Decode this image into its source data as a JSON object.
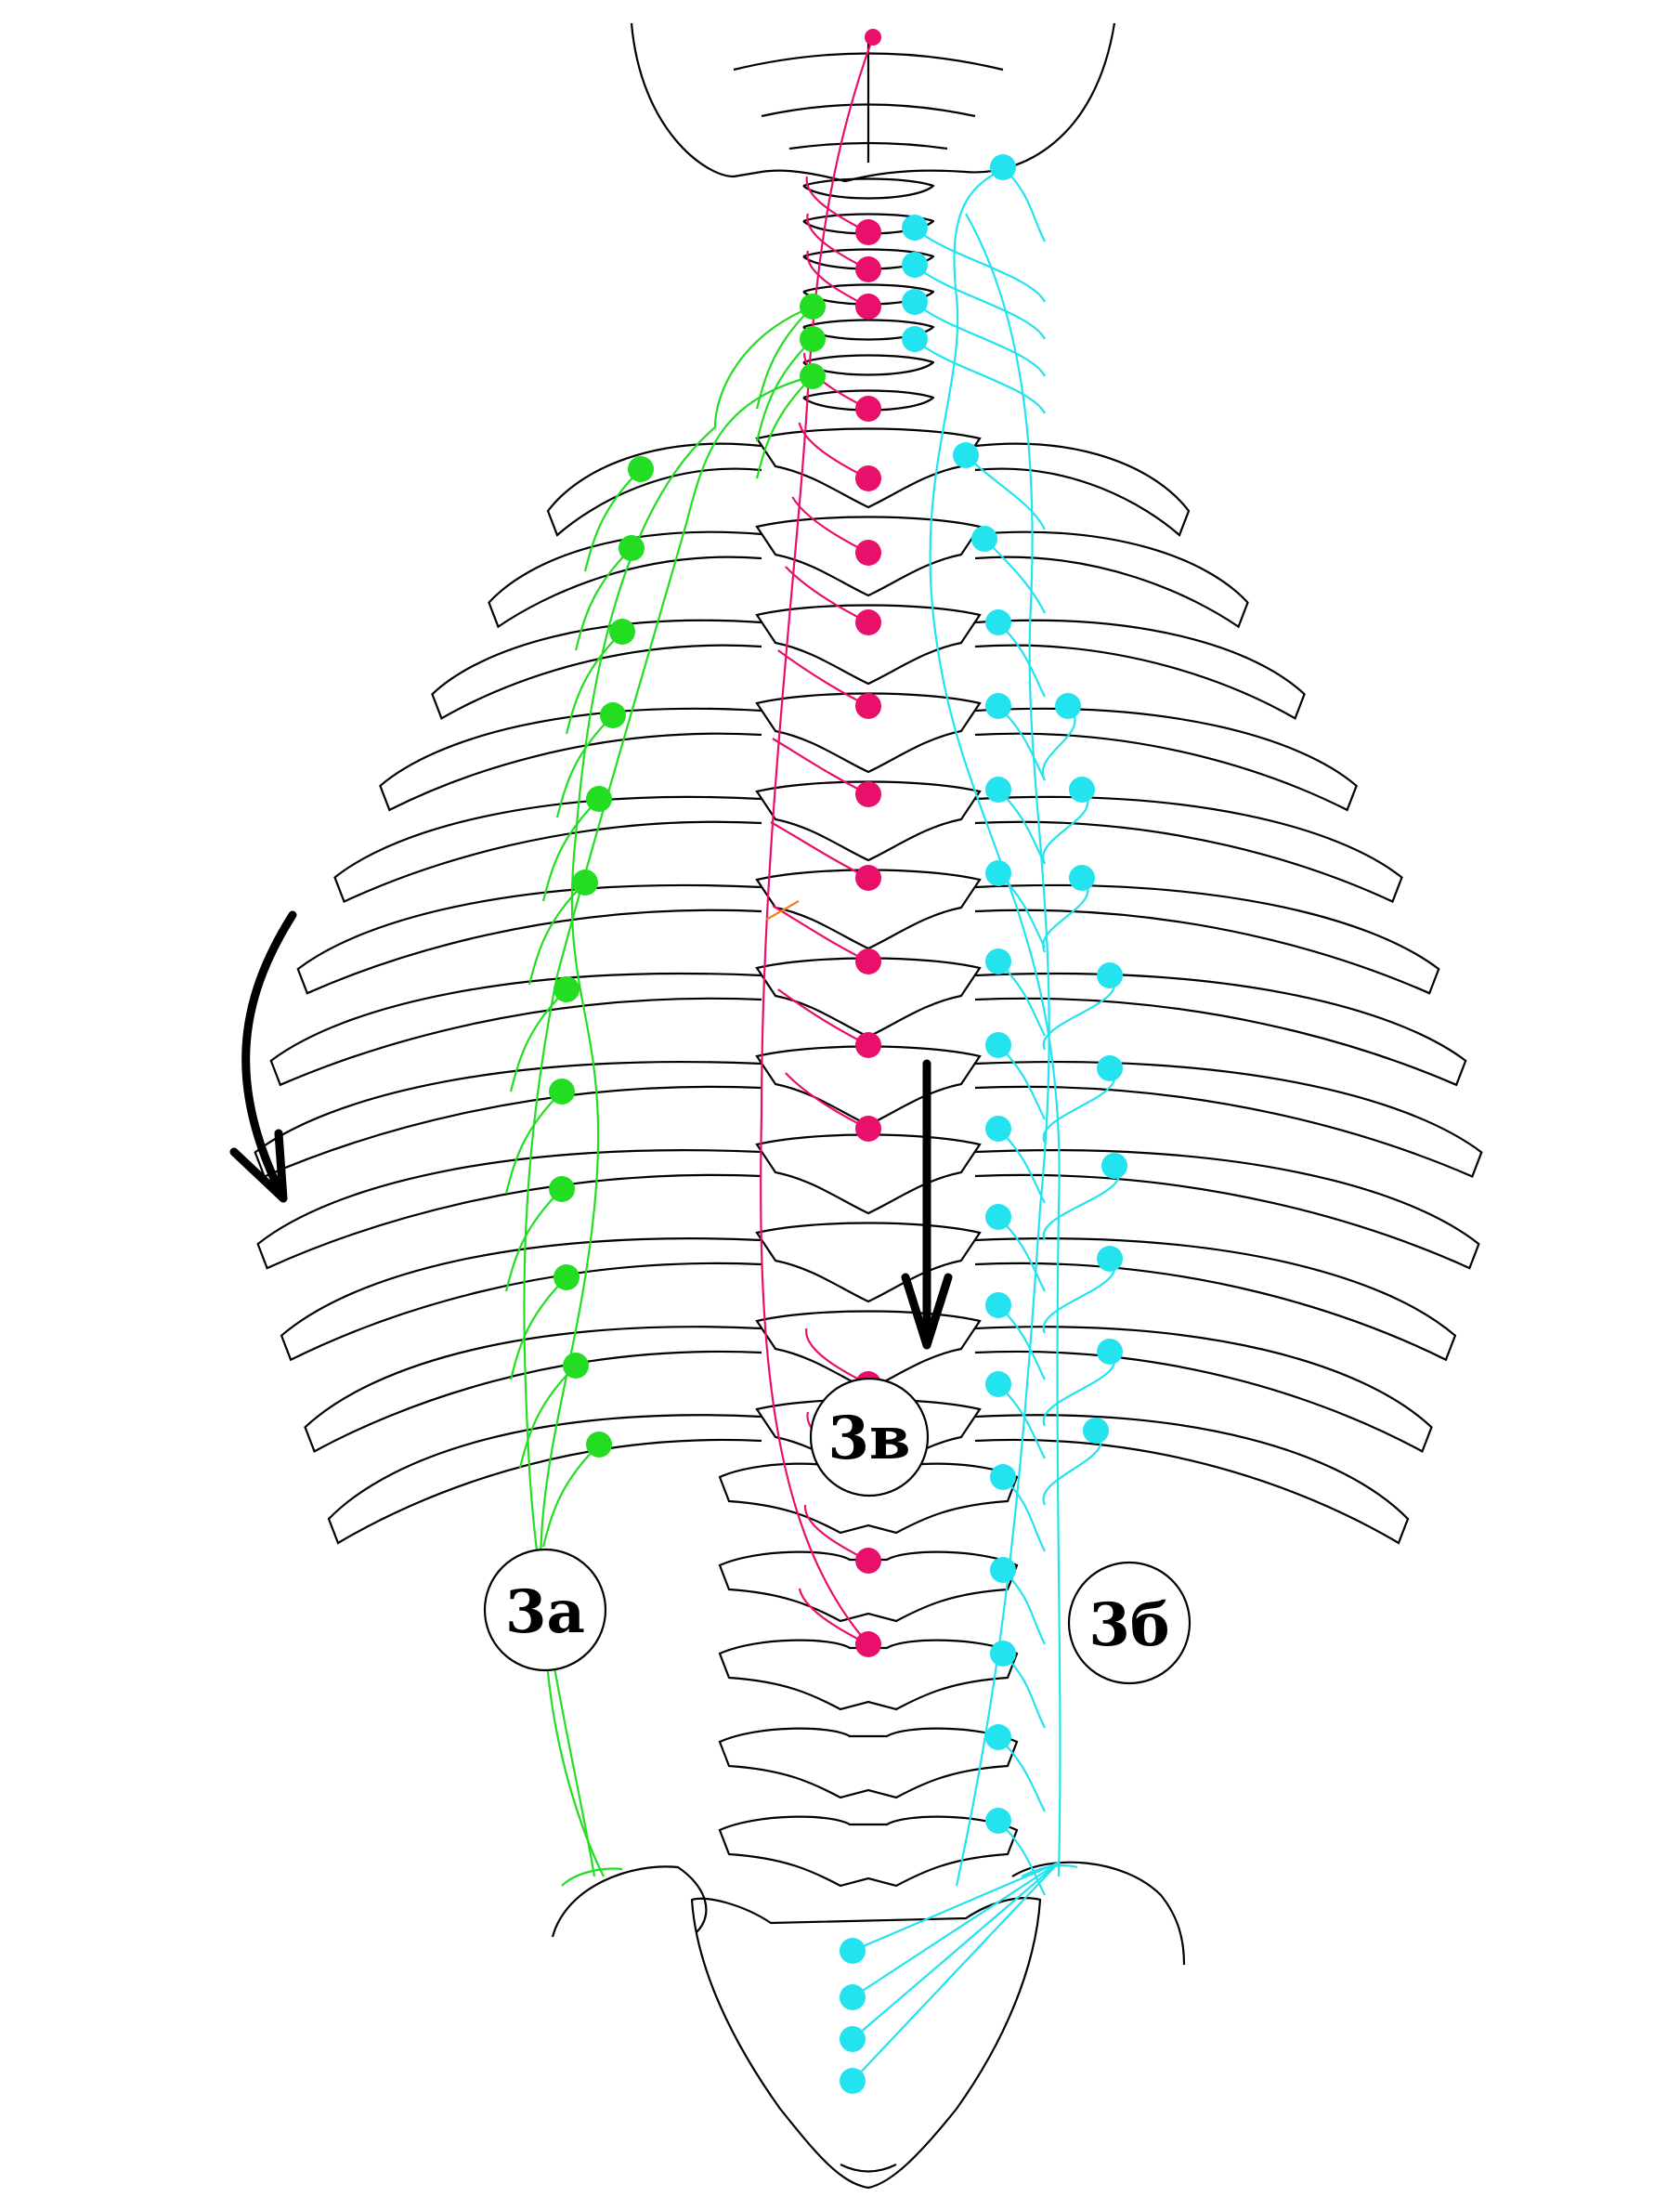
{
  "colors": {
    "green": "#22dd22",
    "cyan": "#22e3ee",
    "magenta": "#e8106a",
    "outline": "#000000",
    "orange": "#ff7a1a"
  },
  "labels": {
    "left": "3а",
    "right": "3б",
    "center": "3в"
  }
}
